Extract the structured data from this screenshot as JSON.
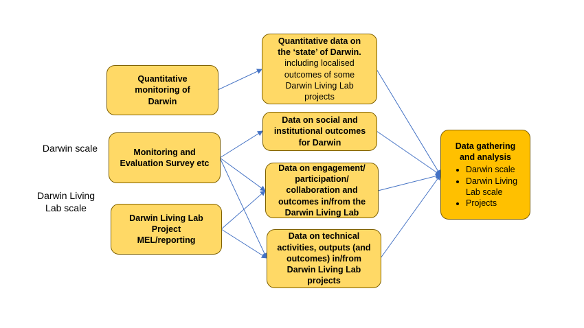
{
  "colors": {
    "box_fill": "#FFD966",
    "box_border": "#7F6000",
    "final_fill": "#FFC000",
    "arrow": "#4472C4"
  },
  "side_labels": {
    "darwin_scale": "Darwin scale",
    "living_lab_scale_line1": "Darwin Living",
    "living_lab_scale_line2": "Lab scale"
  },
  "sources": {
    "quant_monitoring": "Quantitative monitoring of Darwin",
    "mes": "Monitoring and Evaluation Survey etc",
    "mel": "Darwin Living Lab Project MEL/reporting"
  },
  "outputs": {
    "state": {
      "bold": "Quantitative data on the ‘state’ of Darwin.",
      "normal": "including localised outcomes of some Darwin Living Lab projects"
    },
    "social": "Data on social and institutional outcomes for Darwin",
    "engagement": "Data on engagement/ participation/ collaboration and outcomes in/from the Darwin Living Lab",
    "technical": "Data on technical activities, outputs (and outcomes) in/from Darwin Living Lab projects"
  },
  "final": {
    "title": "Data gathering and analysis",
    "items": [
      "Darwin scale",
      "Darwin Living Lab scale",
      "Projects"
    ]
  }
}
